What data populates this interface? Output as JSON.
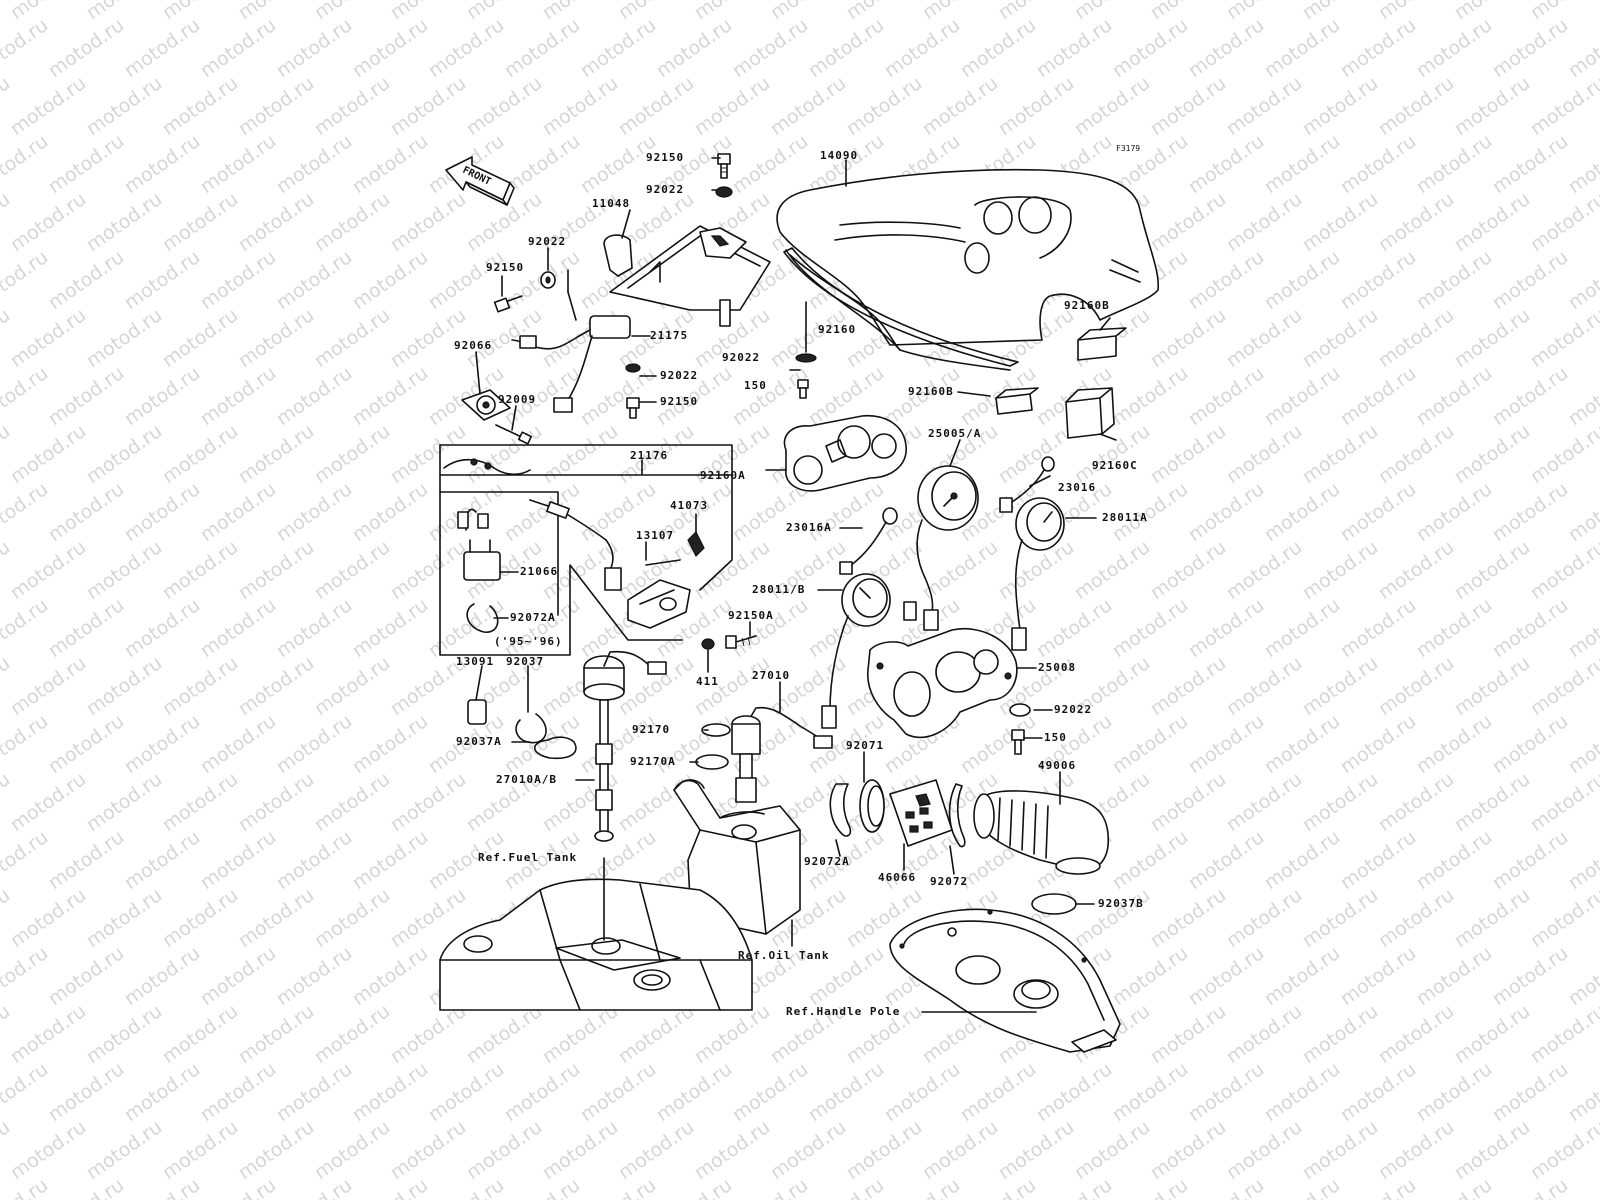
{
  "diagram": {
    "figure_code": "F3179",
    "front_label": "FRONT",
    "watermark": "motod.ru",
    "part_labels": [
      "92150",
      "92022",
      "14090",
      "11048",
      "92022",
      "92150",
      "21175",
      "92160",
      "92160B",
      "92066",
      "92022",
      "92022",
      "150",
      "92160B",
      "92009",
      "92150",
      "25005/A",
      "21176",
      "92160A",
      "92160C",
      "23016",
      "41073",
      "13107",
      "23016A",
      "28011A",
      "21066",
      "28011/B",
      "92072A",
      "('95~'96)",
      "92150A",
      "411",
      "13091",
      "92037",
      "27010",
      "25008",
      "92022",
      "92170",
      "92037A",
      "150",
      "92170A",
      "92071",
      "49006",
      "27010A/B",
      "92072A",
      "46066",
      "92072",
      "92037B",
      "Ref.Fuel Tank",
      "Ref.Oil Tank",
      "Ref.Handle Pole"
    ]
  }
}
